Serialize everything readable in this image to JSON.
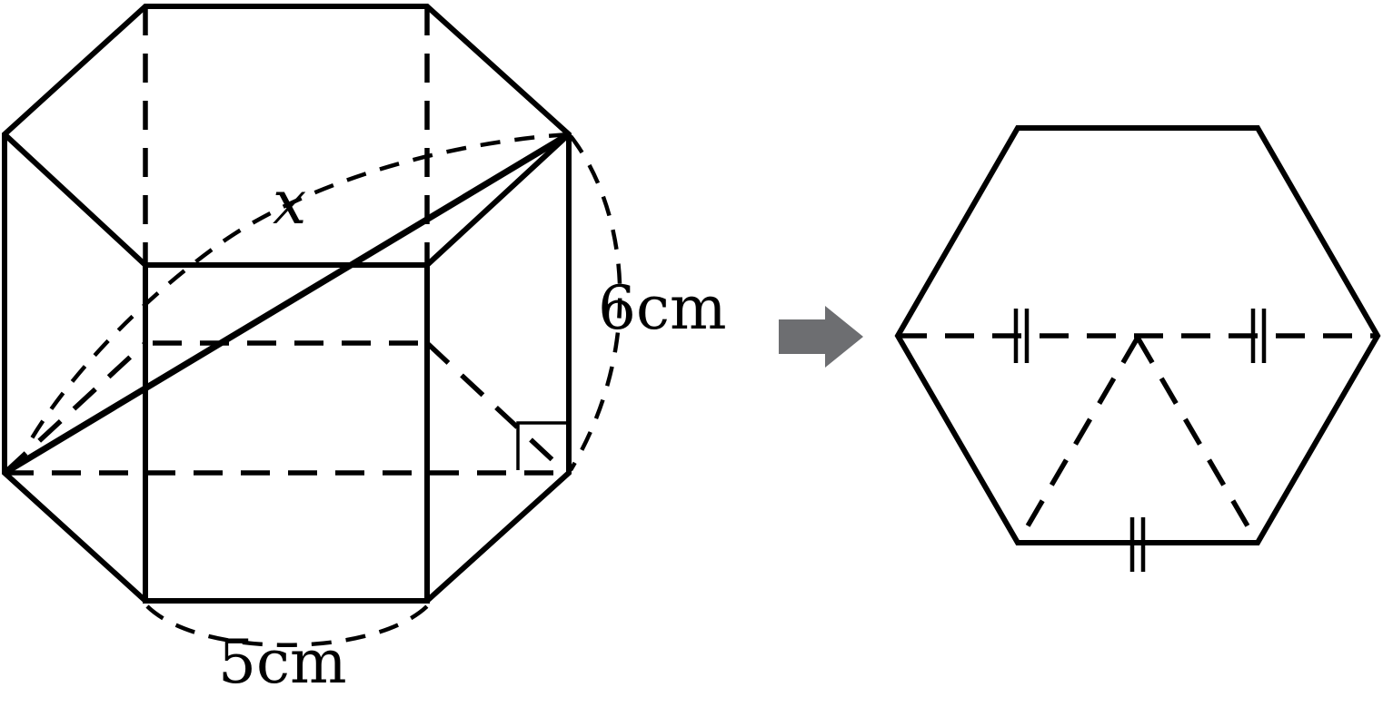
{
  "labels": {
    "diagonal": "x",
    "height": "6cm",
    "edge": "5cm"
  },
  "colors": {
    "lines": "#000000",
    "arrow": "#6d6e71",
    "background": "#ffffff"
  }
}
